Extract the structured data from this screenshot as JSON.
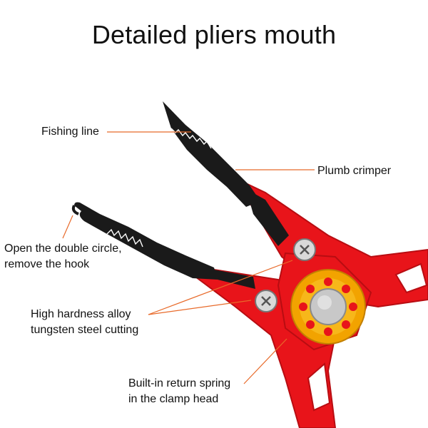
{
  "title": "Detailed pliers mouth",
  "callouts": {
    "fishing_line": "Fishing line",
    "plumb_crimper": "Plumb crimper",
    "open_double_circle": [
      "Open the double circle,",
      "remove the hook"
    ],
    "alloy_cutting": [
      "High hardness alloy",
      "tungsten steel cutting"
    ],
    "return_spring": [
      "Built-in return spring",
      "in the clamp head"
    ]
  },
  "colors": {
    "handle_red": "#e8141a",
    "handle_red_dark": "#b80d12",
    "jaw_black": "#1a1a1a",
    "pivot_ring_orange": "#f2a300",
    "pivot_cap_silver": "#c8c8c8",
    "leader_line": "#e86a2a"
  }
}
